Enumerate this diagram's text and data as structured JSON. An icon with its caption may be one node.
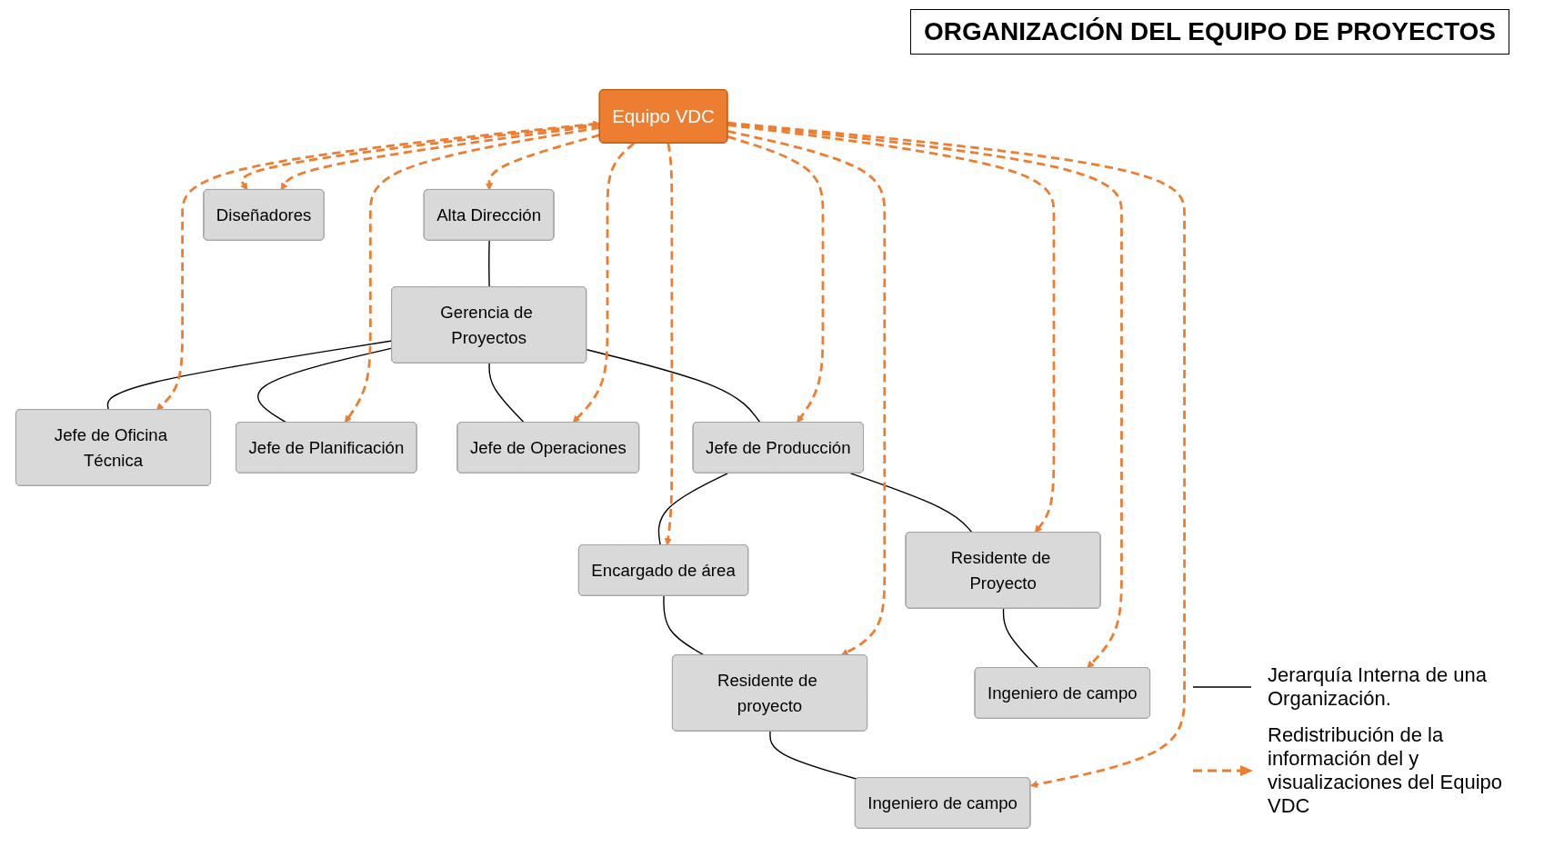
{
  "diagram": {
    "title": "ORGANIZACIÓN DEL EQUIPO DE PROYECTOS",
    "nodes": [
      {
        "text": [
          "Alta Dirección"
        ]
      },
      {
        "text": [
          "Gerencia de Proyectos"
        ]
      },
      {
        "text": [
          "Jefe de Oficina Técnica"
        ]
      },
      {
        "text": [
          "Jefe de Planificación"
        ]
      },
      {
        "text": [
          "Jefe de Operaciones"
        ]
      },
      {
        "text": [
          "Jefe de Producción"
        ]
      },
      {
        "text": [
          "Equipo VDC"
        ]
      },
      {
        "text": [
          "Encargado de área"
        ]
      },
      {
        "text": [
          "Residente de Proyecto"
        ]
      },
      {
        "text": [
          "Residente de proyecto"
        ]
      },
      {
        "text": [
          "Ingeniero de campo"
        ]
      },
      {
        "text": [
          "Ingeniero de campo"
        ]
      },
      {
        "text": [
          "Diseñadores"
        ]
      }
    ],
    "edges": [
      {
        "from": 0,
        "to": 1,
        "arrow": "none",
        "color": "#000000"
      },
      {
        "from": 1,
        "to": 2,
        "arrow": "none",
        "color": "#000000"
      },
      {
        "from": 1,
        "to": 3,
        "arrow": "none",
        "color": "#000000"
      },
      {
        "from": 1,
        "to": 4,
        "arrow": "none",
        "color": "#000000"
      },
      {
        "from": 1,
        "to": 5,
        "arrow": "none",
        "color": "#000000"
      },
      {
        "from": 5,
        "to": 7,
        "arrow": "none",
        "color": "#000000"
      },
      {
        "from": 5,
        "to": 8,
        "arrow": "none",
        "color": "#000000"
      },
      {
        "from": 7,
        "to": 9,
        "arrow": "none",
        "color": "#000000"
      },
      {
        "from": 8,
        "to": 10,
        "arrow": "none",
        "color": "#000000"
      },
      {
        "from": 9,
        "to": 11,
        "arrow": "none",
        "color": "#000000"
      },
      {
        "from": 6,
        "to": 0,
        "arrow": "to",
        "style": "dashed",
        "color": "#ed7d31"
      },
      {
        "from": 6,
        "to": 2,
        "arrow": "both",
        "style": "dashed",
        "color": "#ed7d31"
      },
      {
        "from": 6,
        "to": 3,
        "arrow": "to",
        "style": "dashed",
        "color": "#ed7d31"
      },
      {
        "from": 6,
        "to": 4,
        "arrow": "to",
        "style": "dashed",
        "color": "#ed7d31"
      },
      {
        "from": 6,
        "to": 5,
        "arrow": "to",
        "style": "dashed",
        "color": "#ed7d31"
      },
      {
        "from": 6,
        "to": 7,
        "arrow": "to",
        "style": "dashed",
        "color": "#ed7d31"
      },
      {
        "from": 6,
        "to": 8,
        "arrow": "to",
        "style": "dashed",
        "color": "#ed7d31"
      },
      {
        "from": 6,
        "to": 9,
        "arrow": "to",
        "style": "dashed",
        "color": "#ed7d31"
      },
      {
        "from": 6,
        "to": 10,
        "arrow": "to",
        "style": "dashed",
        "color": "#ed7d31"
      },
      {
        "from": 6,
        "to": 11,
        "arrow": "to",
        "style": "dashed",
        "color": "#ed7d31"
      },
      {
        "from": 6,
        "to": 12,
        "arrow": "to",
        "style": "dashed",
        "color": "#ed7d31"
      },
      {
        "from": 6,
        "to": 12,
        "arrow": "to",
        "style": "dashed",
        "color": "#ed7d31"
      }
    ],
    "legend": [
      {
        "text": "Jerarquía Interna de una Organización."
      },
      {
        "text": "Redistribución de la información del y visualizaciones del Equipo VDC"
      }
    ]
  }
}
